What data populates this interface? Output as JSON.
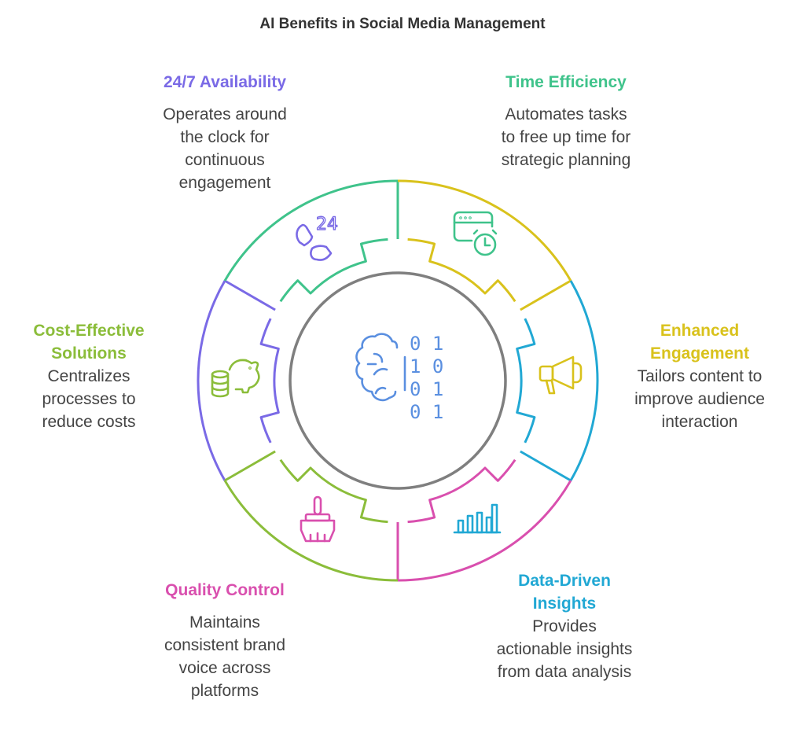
{
  "title": "AI Benefits in Social Media Management",
  "center_icon": "brain-binary-icon",
  "center_binary": [
    "0 1",
    "1 0",
    "0 1",
    "0 1"
  ],
  "segments": [
    {
      "id": "availability",
      "heading": "24/7 Availability",
      "description_lines": [
        "Operates around",
        "the clock for",
        "continuous",
        "engagement"
      ],
      "color": "#7a6ae6",
      "icon": "phone-24-icon"
    },
    {
      "id": "time",
      "heading": "Time Efficiency",
      "description_lines": [
        "Automates tasks",
        "to free up time for",
        "strategic planning"
      ],
      "color": "#3fc38b",
      "icon": "browser-clock-icon"
    },
    {
      "id": "engagement",
      "heading_lines": [
        "Enhanced",
        "Engagement"
      ],
      "description_lines": [
        "Tailors content to",
        "improve audience",
        "interaction"
      ],
      "color": "#d9c21c",
      "icon": "megaphone-icon"
    },
    {
      "id": "insights",
      "heading_lines": [
        "Data-Driven",
        "Insights"
      ],
      "description_lines": [
        "Provides",
        "actionable insights",
        "from data analysis"
      ],
      "color": "#21a8d4",
      "icon": "bar-chart-icon"
    },
    {
      "id": "quality",
      "heading": "Quality Control",
      "description_lines": [
        "Maintains",
        "consistent brand",
        "voice across",
        "platforms"
      ],
      "color": "#d94fae",
      "icon": "paint-brush-icon"
    },
    {
      "id": "cost",
      "heading_lines": [
        "Cost-Effective",
        "Solutions"
      ],
      "description_lines": [
        "Centralizes",
        "processes to",
        "reduce costs"
      ],
      "color": "#8bbd3a",
      "icon": "piggy-bank-icon"
    }
  ],
  "ring_color": "#7f7f7f",
  "icon_24_text": "24"
}
